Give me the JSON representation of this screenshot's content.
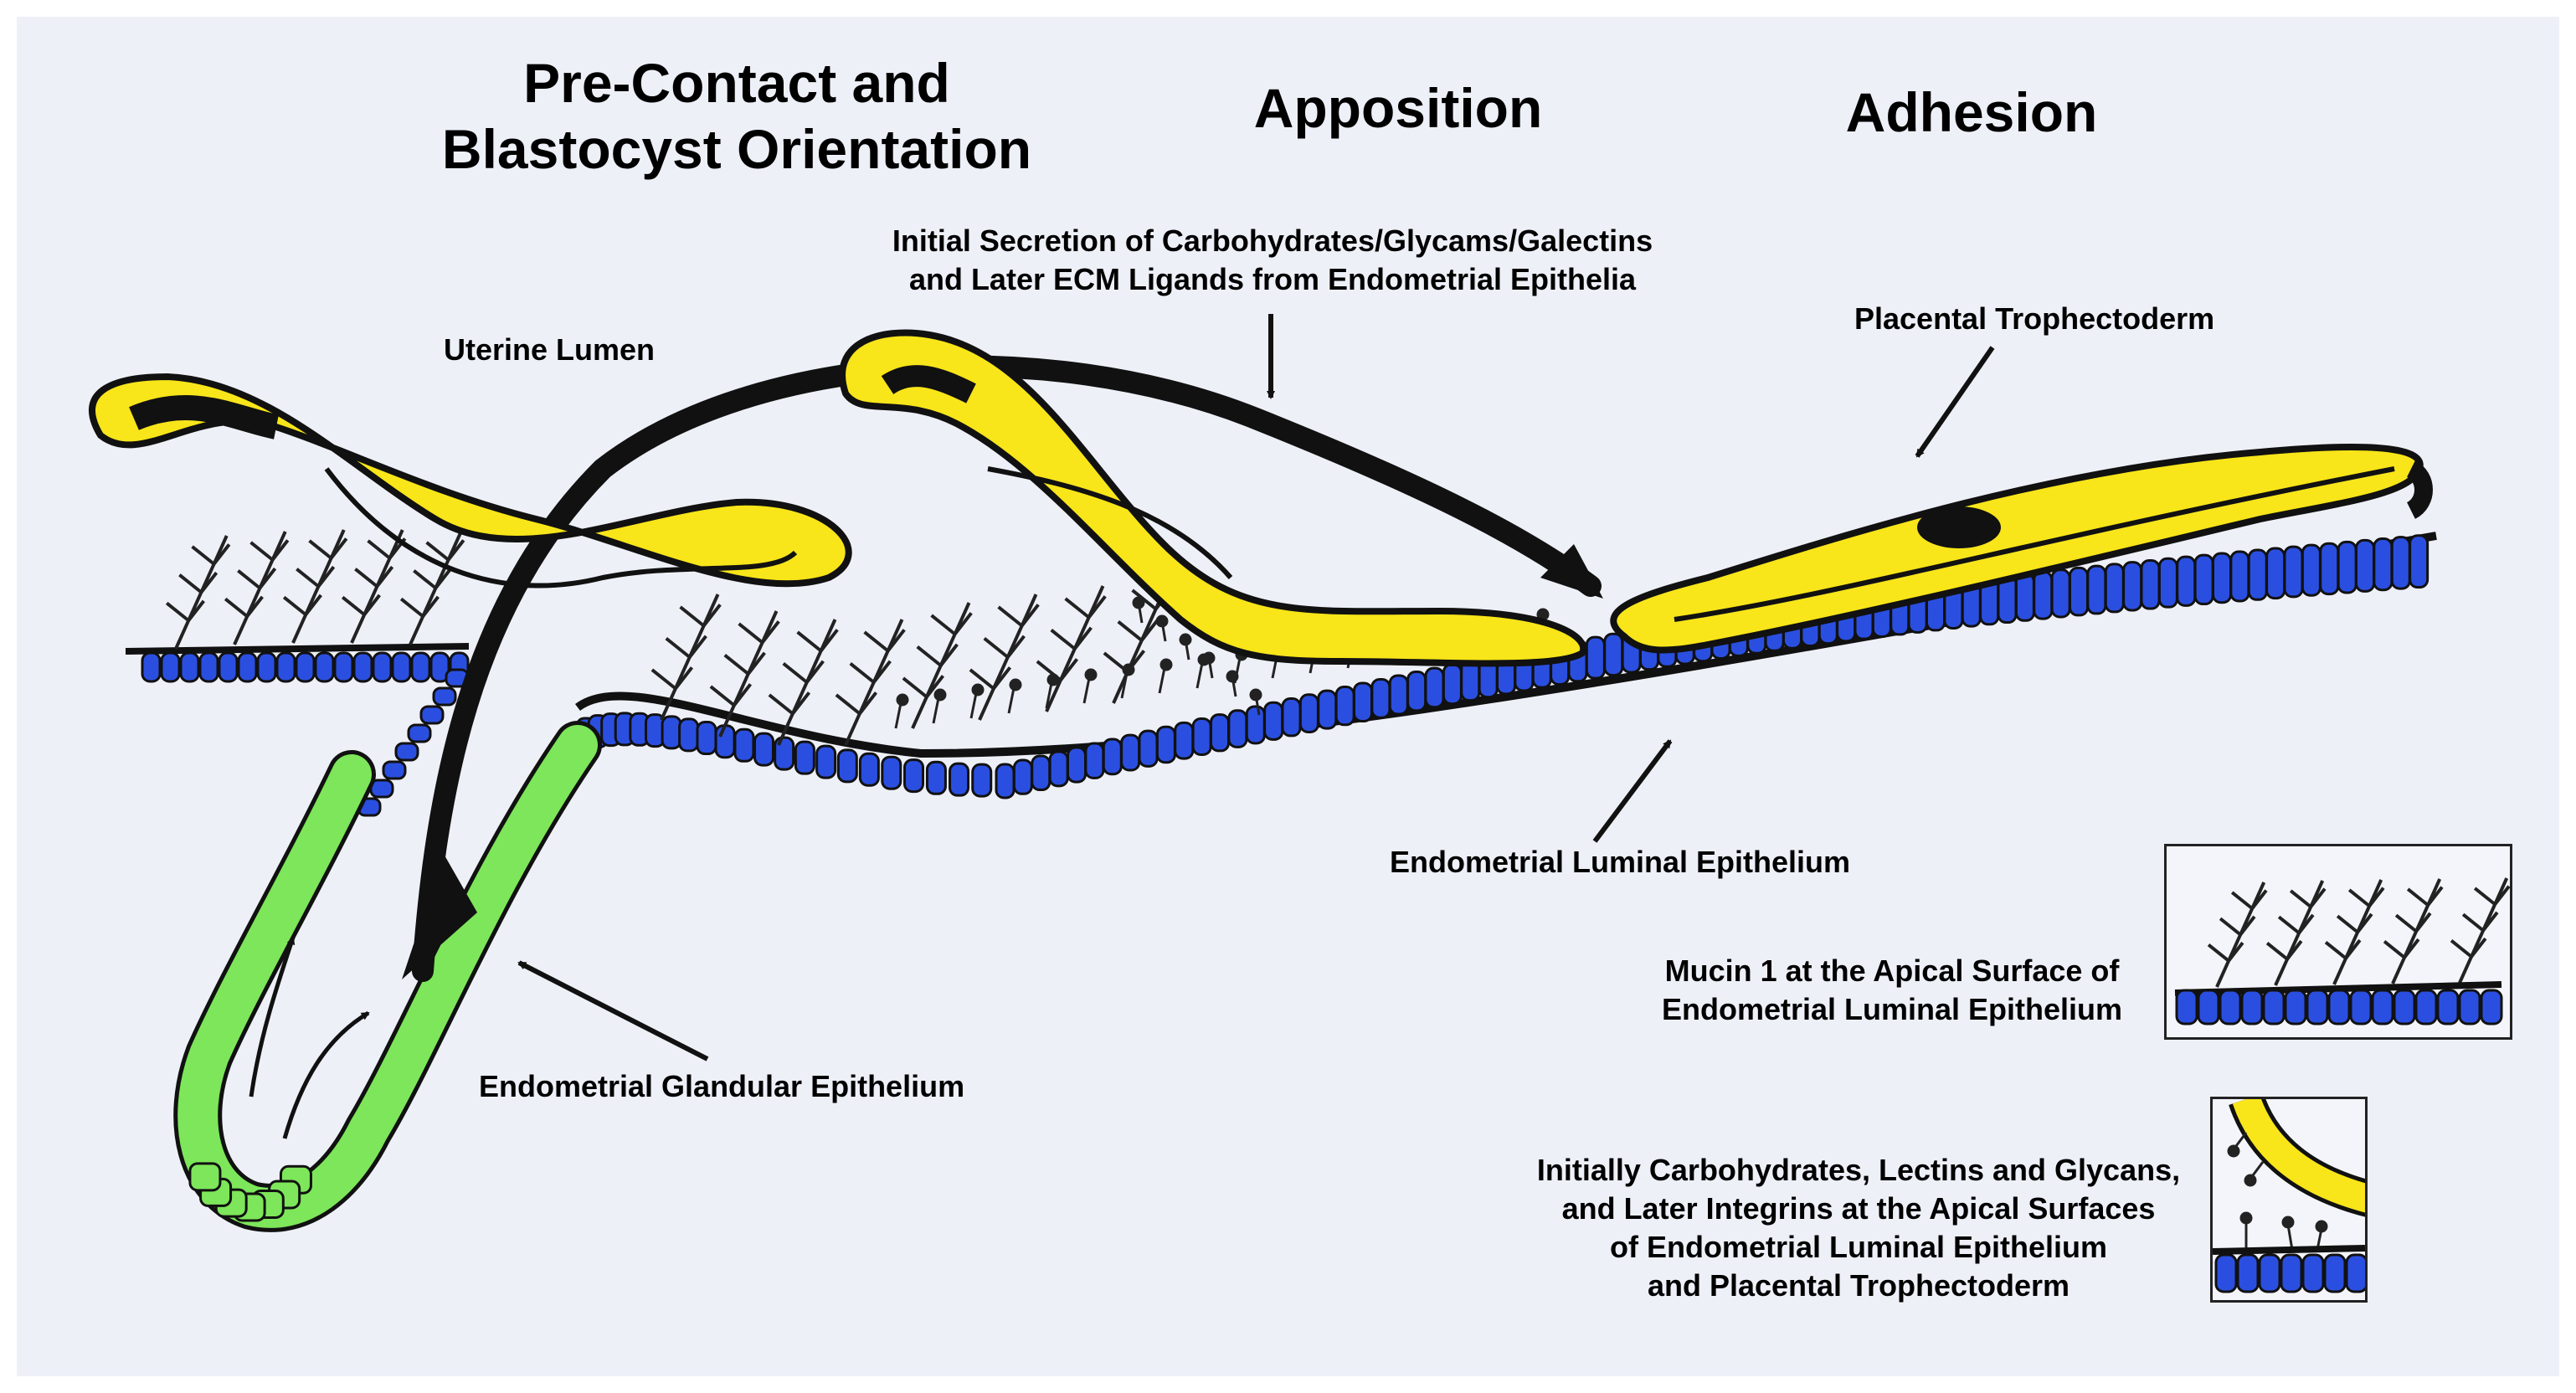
{
  "headings": {
    "stage1_line1": "Pre-Contact and",
    "stage1_line2": "Blastocyst Orientation",
    "stage2": "Apposition",
    "stage3": "Adhesion"
  },
  "labels": {
    "uterine_lumen": "Uterine Lumen",
    "secretion_line1": "Initial Secretion of Carbohydrates/Glycams/Galectins",
    "secretion_line2": "and Later ECM Ligands from Endometrial Epithelia",
    "placental_trophectoderm": "Placental Trophectoderm",
    "endometrial_luminal_epithelium": "Endometrial Luminal Epithelium",
    "endometrial_glandular_epithelium": "Endometrial Glandular Epithelium",
    "mucin_line1": "Mucin 1 at the Apical Surface of",
    "mucin_line2": "Endometrial Luminal Epithelium",
    "integrin_line1": "Initially Carbohydrates, Lectins and Glycans,",
    "integrin_line2": "and Later Integrins at the Apical Surfaces",
    "integrin_line3": "of Endometrial Luminal Epithelium",
    "integrin_line4": "and Placental Trophectoderm"
  },
  "colors": {
    "trophectoderm": "#f8e51a",
    "luminal_epithelium": "#2a4fe0",
    "glandular_epithelium": "#7de65a",
    "outline": "#111111",
    "background": "#eef0f8"
  }
}
